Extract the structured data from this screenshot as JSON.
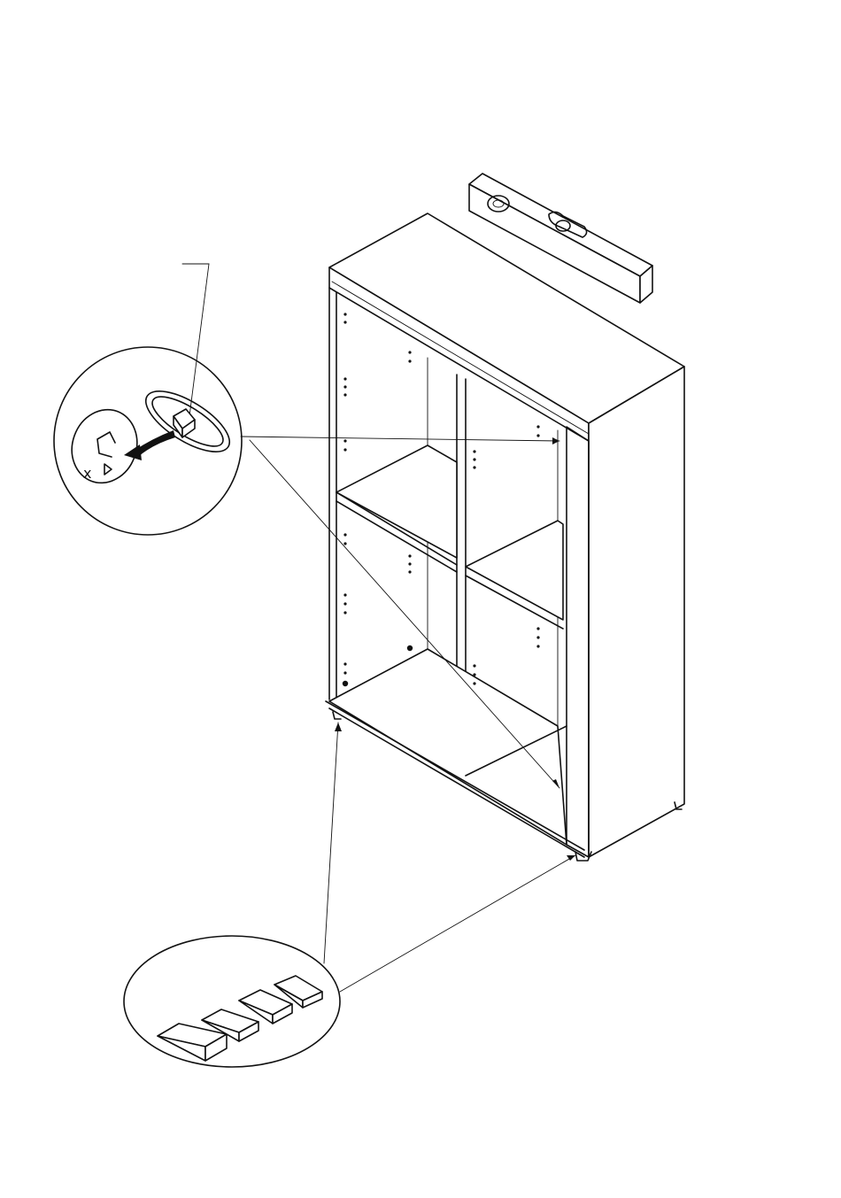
{
  "figure": {
    "kind": "assembly-instruction-step",
    "background": "#ffffff",
    "ink": "#111111"
  },
  "callouts": {
    "top_detail": {
      "icon": "shelf-pin-insert-icon",
      "symbol_text": "x"
    },
    "bottom_detail": {
      "icon": "leveling-wedges-icon",
      "wedge_count": 4
    }
  },
  "tool": {
    "icon": "spirit-level-icon"
  }
}
